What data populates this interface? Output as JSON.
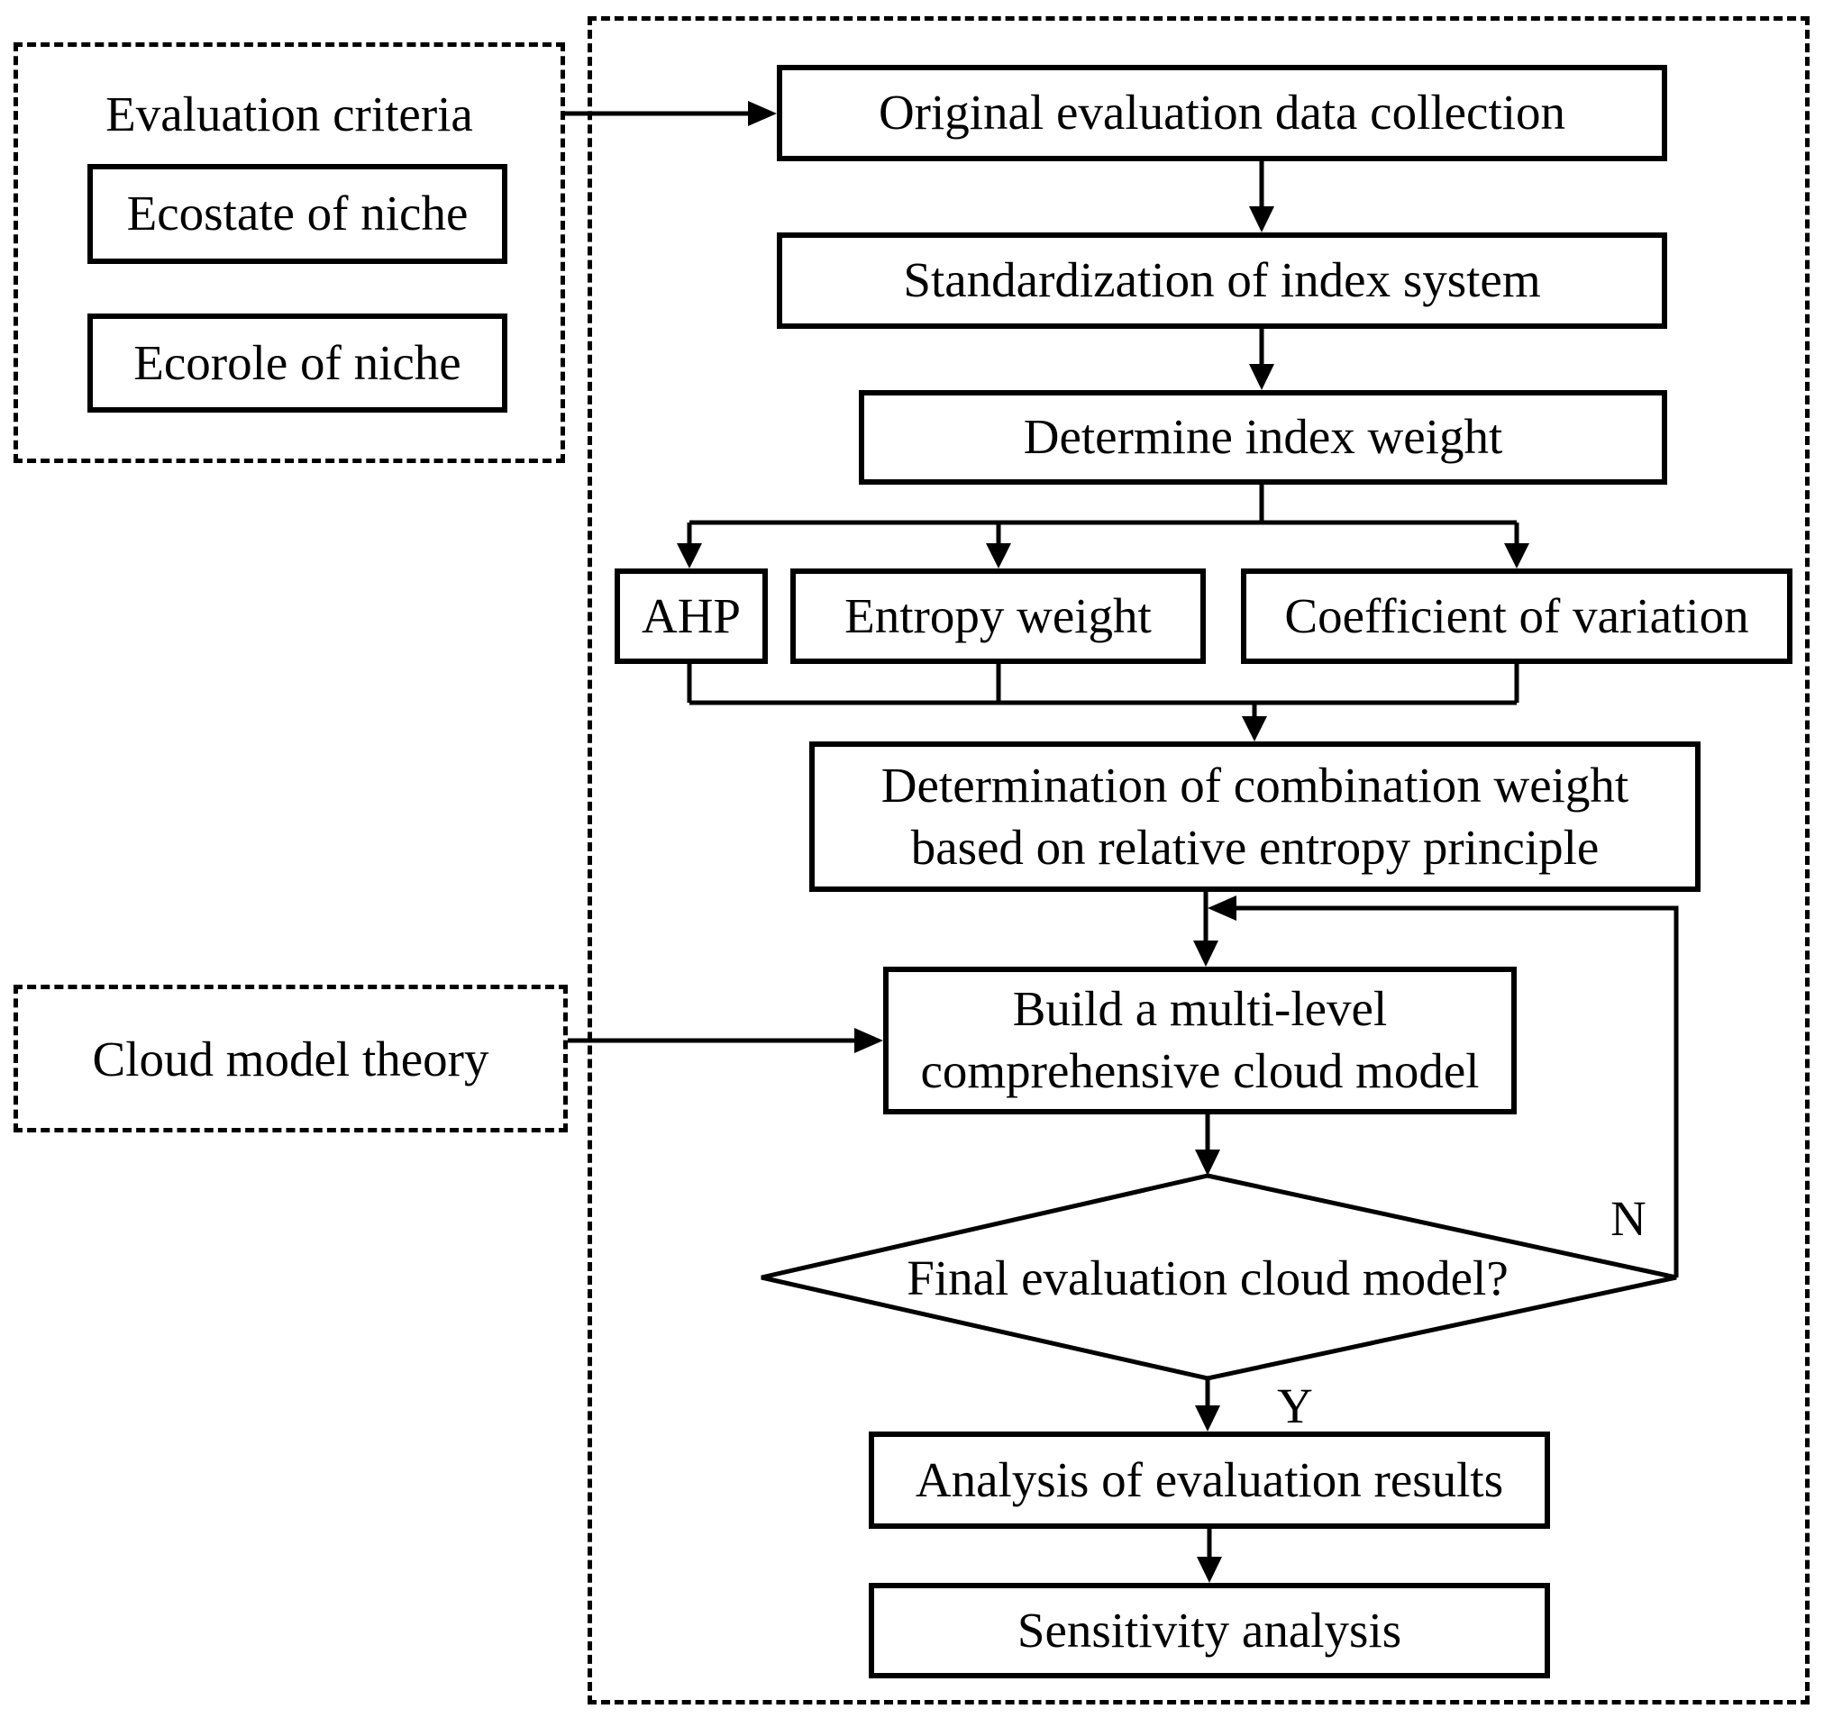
{
  "diagram": {
    "groups": {
      "evaluation_criteria": {
        "label": "Evaluation criteria",
        "items": [
          "Ecostate of niche",
          "Ecorole of niche"
        ]
      },
      "cloud_model": {
        "label": "Cloud model theory"
      }
    },
    "nodes": {
      "collect": "Original evaluation data collection",
      "standardize": "Standardization of index system",
      "weight": "Determine index weight",
      "ahp": "AHP",
      "entropy": "Entropy weight",
      "cov": "Coefficient of variation",
      "combination": [
        "Determination of combination weight",
        "based on relative entropy principle"
      ],
      "build": [
        "Build a multi-level",
        "comprehensive cloud model"
      ],
      "decision": "Final evaluation cloud model?",
      "analysis": "Analysis of evaluation results",
      "sensitivity": "Sensitivity analysis"
    },
    "branch_labels": {
      "no": "N",
      "yes": "Y"
    },
    "colors": {
      "ink": "#000000",
      "background": "#ffffff"
    }
  }
}
